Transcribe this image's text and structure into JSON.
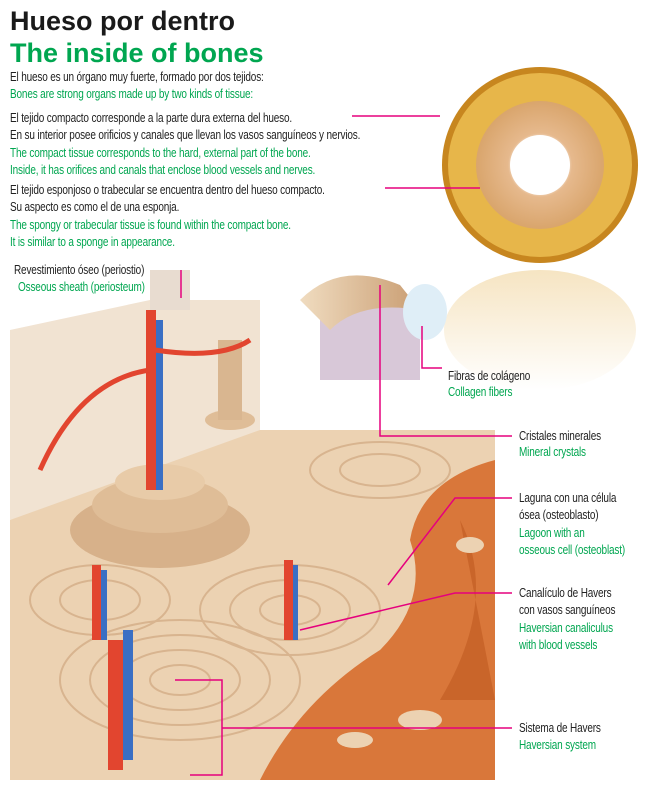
{
  "header": {
    "title": "Hueso por dentro",
    "subtitle": "The inside of bones"
  },
  "intro": {
    "es": "El hueso es un órgano muy fuerte, formado por dos tejidos:",
    "en": "Bones are strong organs made up by two kinds of tissue:"
  },
  "compact": {
    "es": [
      "El tejido compacto corresponde a la parte dura externa del hueso.",
      "En su interior posee orificios y canales que llevan los vasos sanguíneos y nervios."
    ],
    "en": [
      "The compact tissue corresponds to the hard, external part of the bone.",
      "Inside, it has orifices and canals that enclose blood vessels and nerves."
    ]
  },
  "spongy": {
    "es": [
      "El tejido esponjoso o trabecular se encuentra dentro del hueso compacto.",
      "Su aspecto es como el de una esponja."
    ],
    "en": [
      "The spongy or trabecular tissue is found within the compact bone.",
      "It is similar to a sponge in appearance."
    ]
  },
  "labels": {
    "periosteum": {
      "es": "Revestimiento óseo (periostio)",
      "en": "Osseous sheath (periosteum)"
    },
    "collagen": {
      "es": "Fibras de colágeno",
      "en": "Collagen fibers"
    },
    "crystals": {
      "es": "Cristales minerales",
      "en": "Mineral crystals"
    },
    "lagoon": {
      "es": [
        "Laguna con una célula",
        "ósea (osteoblasto)"
      ],
      "en": [
        "Lagoon with an",
        "osseous cell (osteoblast)"
      ]
    },
    "canaliculus": {
      "es": [
        "Canalículo de Havers",
        "con vasos sanguíneos"
      ],
      "en": [
        "Haversian canaliculus",
        "with blood vessels"
      ]
    },
    "havers": {
      "es": "Sistema de Havers",
      "en": "Haversian system"
    }
  },
  "colors": {
    "accent_green": "#00a650",
    "leader_pink": "#e5007d",
    "bone": "#ecd5b8",
    "spongy": "#d9773a"
  }
}
